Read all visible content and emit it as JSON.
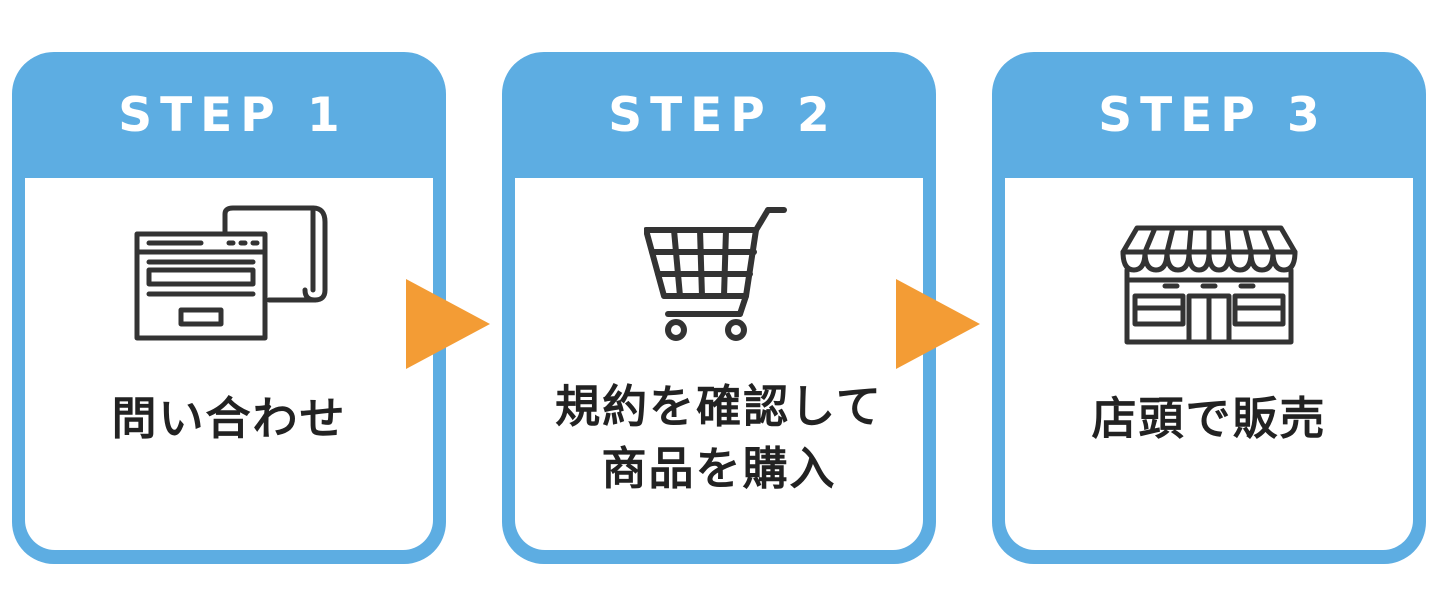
{
  "accent_color": "#5dade2",
  "arrow_color": "#f39c35",
  "steps": [
    {
      "title": "STEP 1",
      "icon": "browser-document-icon",
      "label_lines": [
        "問い合わせ"
      ]
    },
    {
      "title": "STEP 2",
      "icon": "shopping-cart-icon",
      "label_lines": [
        "規約を確認して",
        "商品を購入"
      ]
    },
    {
      "title": "STEP 3",
      "icon": "storefront-icon",
      "label_lines": [
        "店頭で販売"
      ]
    }
  ]
}
